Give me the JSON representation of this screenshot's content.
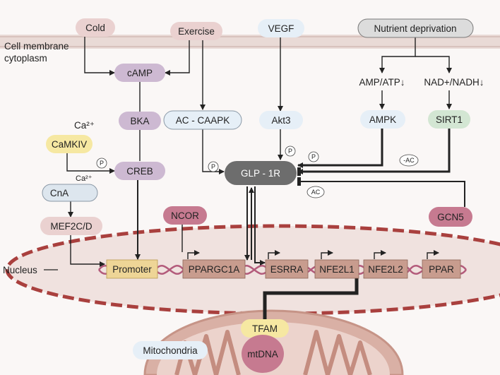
{
  "regions": {
    "membrane_label": "Cell membrane",
    "cytoplasm_label": "cytoplasm",
    "nucleus_label": "Nucleus",
    "mitochondria_label": "Mitochondria"
  },
  "stimuli": {
    "cold": "Cold",
    "exercise": "Exercise",
    "vegf": "VEGF",
    "nutrient": "Nutrient deprivation"
  },
  "signals": {
    "camp": "cAMP",
    "bka": "BKA",
    "ac_caapk": "AC - CAAPK",
    "akt3": "Akt3",
    "amp_atp": "AMP/ATP↓",
    "nad_nadh": "NAD+/NADH↓",
    "ampk": "AMPK",
    "sirt1": "SIRT1",
    "ca1": "Ca²⁺",
    "camkiv": "CaMKIV",
    "creb": "CREB",
    "ca2": "Ca²⁺",
    "cna": "CnA",
    "mef2": "MEF2C/D",
    "glp": "GLP - 1R",
    "gcn5": "GCN5",
    "ncor": "NCOR"
  },
  "modifications": {
    "p": "P",
    "minus_ac": "-AC",
    "ac": "AC"
  },
  "genes": {
    "promoter": "Promoter",
    "ppargc1a": "PPARGC1A",
    "esrra": "ESRRA",
    "nfe2l1": "NFE2L1",
    "nfe2l2": "NFE2L2",
    "ppar": "PPAR"
  },
  "mito": {
    "tfam": "TFAM",
    "mtdna": "mtDNA"
  },
  "colors": {
    "membrane": "#e6d6d2",
    "nucleus_fill": "#f1e3e1",
    "nucleus_dash": "#a33e3c",
    "dna": "#b1607c",
    "gene_box": "#c89c8e",
    "promoter_box": "#eed596",
    "glp": "#6d6d6d",
    "purple": "#cdb9d2",
    "pink": "#ead1d0",
    "blue": "#e6eff7",
    "green": "#d3e6d3",
    "magenta": "#c67a90",
    "yellow": "#f6e8a2",
    "grey_pill": "#dcdcdc"
  }
}
